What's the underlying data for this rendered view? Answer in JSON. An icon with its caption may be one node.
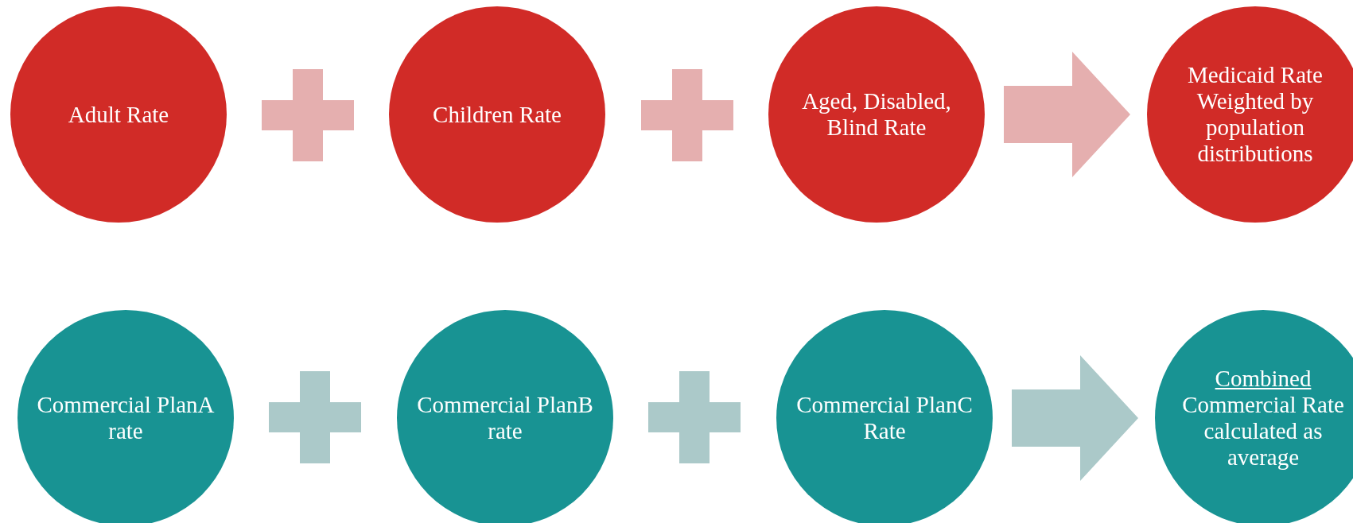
{
  "diagram": {
    "nodes": [
      {
        "text": [
          "Adult Rate"
        ]
      },
      {
        "text": [
          "Children Rate"
        ]
      },
      {
        "text": [
          "Aged, Disabled, Blind Rate"
        ]
      },
      {
        "text": [
          "Medicaid Rate Weighted by population distributions"
        ]
      },
      {
        "text": [
          "Commercial PlanA rate"
        ]
      },
      {
        "text": [
          "Commercial PlanB rate"
        ]
      },
      {
        "text": [
          "Commercial PlanC Rate"
        ]
      },
      {
        "text": [
          "Combined",
          "Commercial Rate calculated as average"
        ]
      }
    ],
    "edges": [
      {
        "from": 2,
        "to": 3,
        "arrow": "to",
        "style": "thick",
        "color": "#e5afaf"
      },
      {
        "from": 6,
        "to": 7,
        "arrow": "to",
        "style": "thick",
        "color": "#abc9c9"
      }
    ]
  }
}
